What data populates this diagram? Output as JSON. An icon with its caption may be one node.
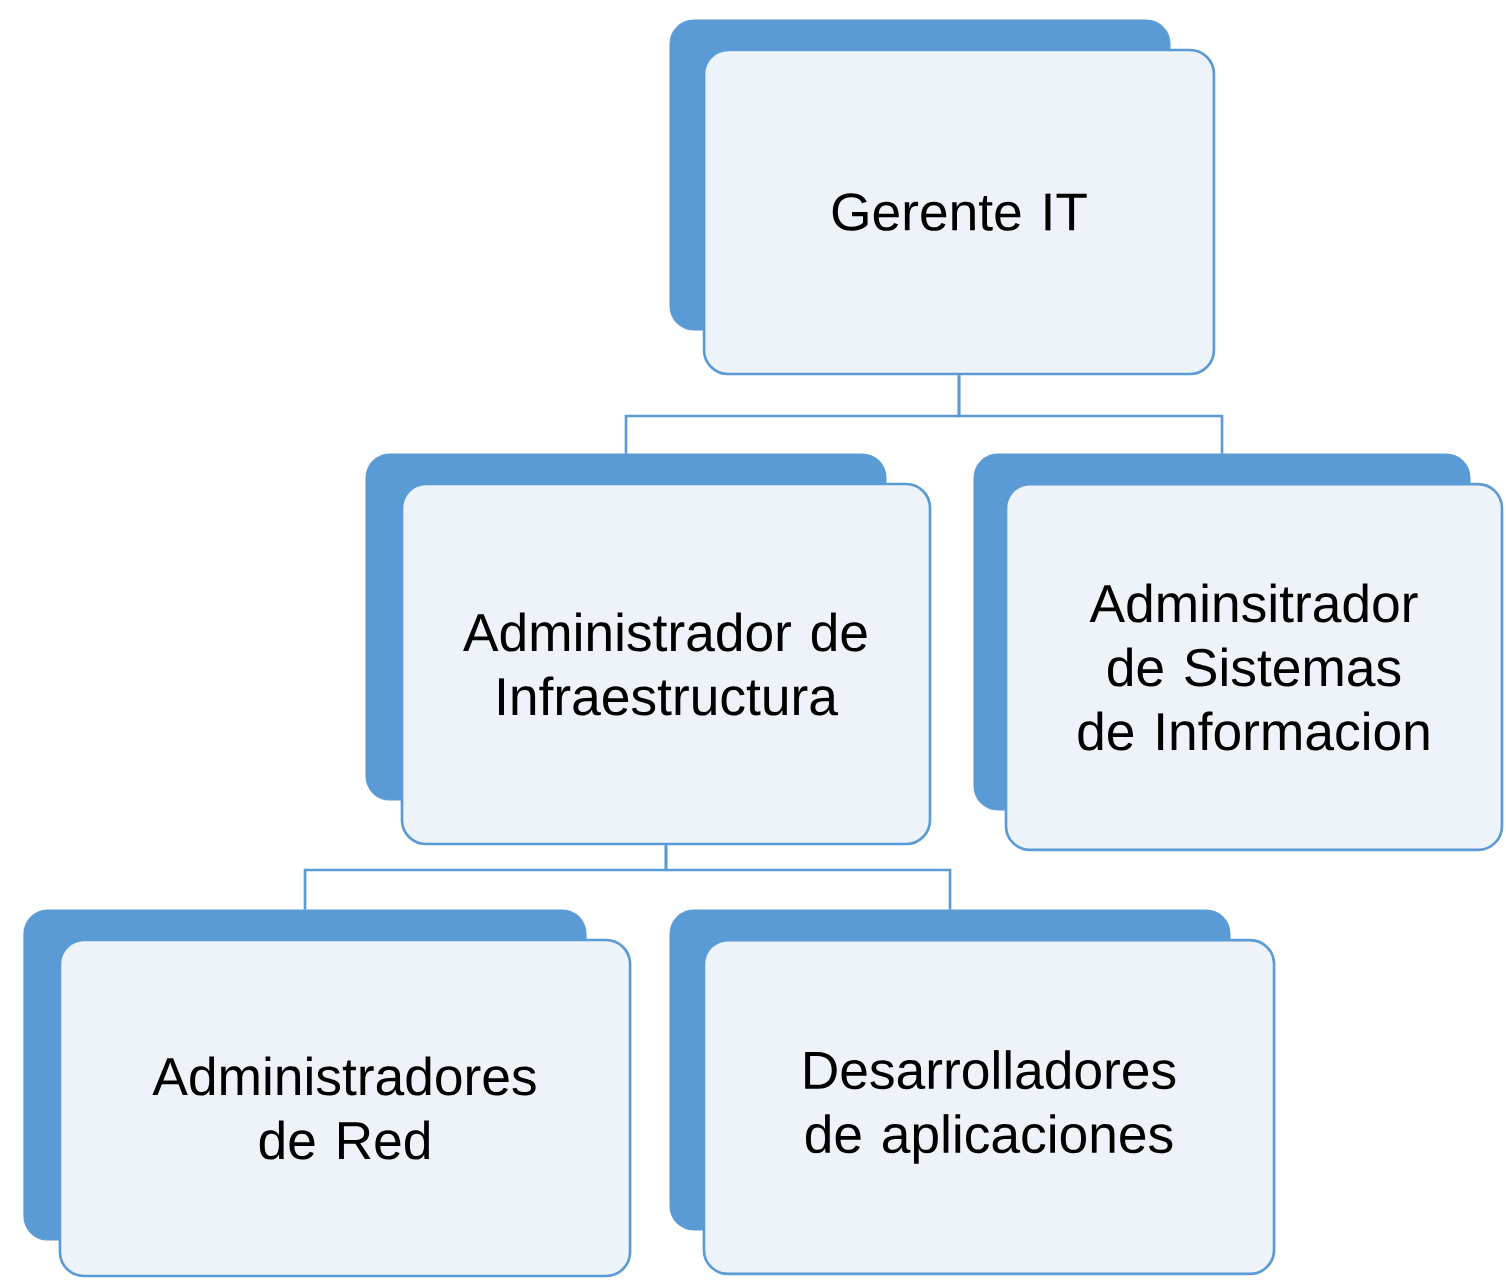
{
  "diagram": {
    "nodes": [
      {
        "text": [
          "Gerente IT"
        ]
      },
      {
        "text": [
          "Administrador de Infraestructura"
        ]
      },
      {
        "text": [
          "Adminsitrador de Sistemas de Informacion"
        ]
      },
      {
        "text": [
          "Administradores de Red"
        ]
      },
      {
        "text": [
          "Desarrolladores de aplicaciones"
        ]
      }
    ],
    "edges": [
      {
        "from": 0,
        "to": 1,
        "arrow": "none"
      },
      {
        "from": 0,
        "to": 2,
        "arrow": "none"
      },
      {
        "from": 1,
        "to": 3,
        "arrow": "none"
      },
      {
        "from": 1,
        "to": 4,
        "arrow": "none"
      }
    ]
  }
}
